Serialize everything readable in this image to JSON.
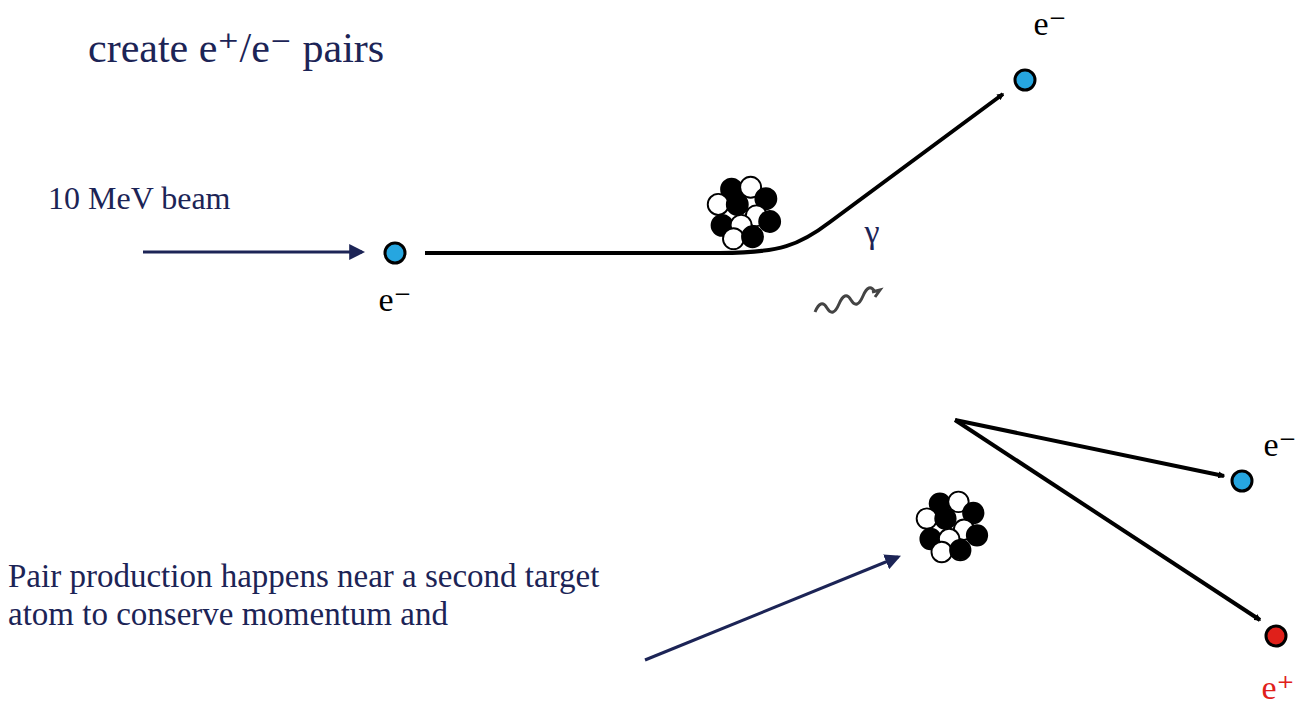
{
  "diagram": {
    "title": "create e⁺/e⁻ pairs",
    "labels": [
      "10 MeV beam",
      "e⁻",
      "e⁻",
      "γ",
      "e⁻",
      "e⁺",
      "Pair production happens near a second target atom to conserve momentum and"
    ]
  }
}
